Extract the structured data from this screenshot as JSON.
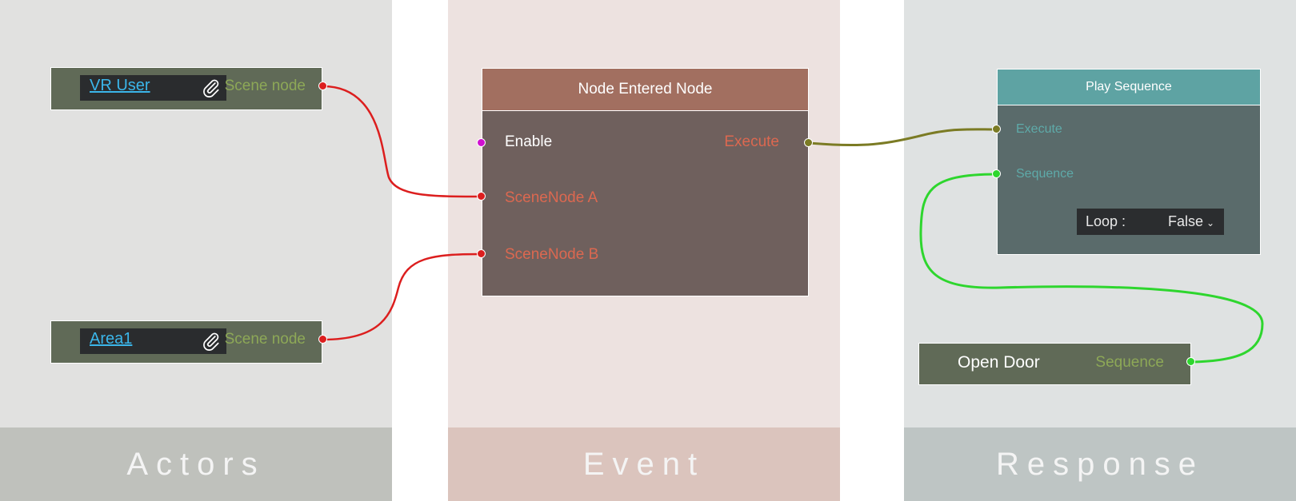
{
  "columns": {
    "actors": "Actors",
    "event": "Event",
    "response": "Response"
  },
  "actors": [
    {
      "name": "VR User",
      "output": "Scene node",
      "icon": "paperclip-icon"
    },
    {
      "name": "Area1",
      "output": "Scene node",
      "icon": "paperclip-icon"
    }
  ],
  "event_node": {
    "title": "Node Entered Node",
    "enable": "Enable",
    "execute": "Execute",
    "scene_node_a": "SceneNode A",
    "scene_node_b": "SceneNode B"
  },
  "play_sequence": {
    "title": "Play Sequence",
    "execute": "Execute",
    "sequence": "Sequence",
    "loop_label": "Loop :",
    "loop_value": "False"
  },
  "open_door": {
    "label": "Open Door",
    "output": "Sequence"
  },
  "colors": {
    "scene_wire": "#dc1e1e",
    "execute_wire": "#7b7b24",
    "sequence_wire": "#2ed62e",
    "enable_port": "#d010d0",
    "link_text": "#3bb6ea"
  }
}
